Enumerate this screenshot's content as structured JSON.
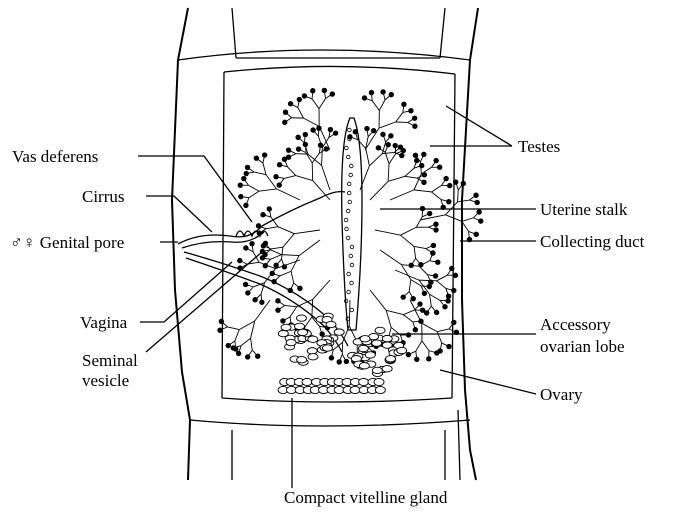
{
  "labels": {
    "vas_deferens": "Vas deferens",
    "cirrus": "Cirrus",
    "genital_pore": "♂♀ Genital pore",
    "vagina": "Vagina",
    "seminal_vesicle_line1": "Seminal",
    "seminal_vesicle_line2": "vesicle",
    "testes": "Testes",
    "uterine_stalk": "Uterine stalk",
    "collecting_duct": "Collecting duct",
    "accessory_ovarian_lobe_line1": "Accessory",
    "accessory_ovarian_lobe_line2": "ovarian lobe",
    "ovary": "Ovary",
    "compact_vitelline_gland": "Compact vitelline gland"
  },
  "colors": {
    "ink": "#000000",
    "paper": "#ffffff"
  }
}
